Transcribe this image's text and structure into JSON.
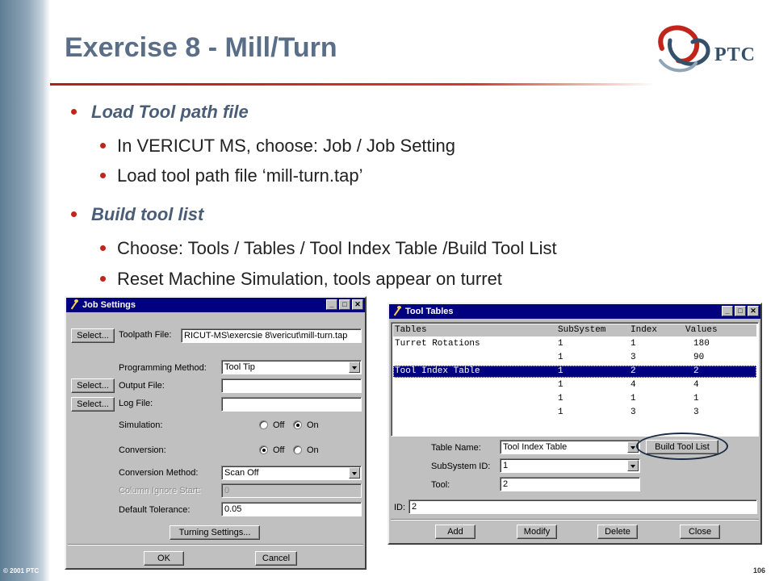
{
  "slide": {
    "title": "Exercise 8 - Mill/Turn",
    "copyright": "© 2001 PTC",
    "page_number": "106",
    "logo_text": "PTC"
  },
  "bullets": [
    {
      "level": 1,
      "text": "Load Tool path file"
    },
    {
      "level": 2,
      "text": "In VERICUT MS, choose: Job / Job Setting"
    },
    {
      "level": 2,
      "text": "Load tool path file ‘mill-turn.tap’"
    },
    {
      "level": 1,
      "text": "Build tool list"
    },
    {
      "level": 2,
      "text": "Choose: Tools / Tables / Tool Index Table /Build Tool List"
    },
    {
      "level": 2,
      "text": "Reset Machine Simulation, tools appear on turret"
    }
  ],
  "job_settings": {
    "title": "Job Settings",
    "select_label": "Select...",
    "toolpath_file_label": "Toolpath File:",
    "toolpath_file_value": "RICUT-MS\\exercsie 8\\vericut\\mill-turn.tap",
    "programming_method_label": "Programming Method:",
    "programming_method_value": "Tool Tip",
    "output_file_label": "Output File:",
    "output_file_value": "",
    "log_file_label": "Log File:",
    "log_file_value": "",
    "simulation_label": "Simulation:",
    "simulation_selected": "On",
    "conversion_label": "Conversion:",
    "conversion_selected": "Off",
    "off_label": "Off",
    "on_label": "On",
    "conversion_method_label": "Conversion Method:",
    "conversion_method_value": "Scan Off",
    "column_ignore_start_label": "Column Ignore Start:",
    "column_ignore_start_value": "0",
    "default_tolerance_label": "Default Tolerance:",
    "default_tolerance_value": "0.05",
    "turning_settings_label": "Turning Settings...",
    "ok_label": "OK",
    "cancel_label": "Cancel"
  },
  "tool_tables": {
    "title": "Tool Tables",
    "columns": [
      "Tables",
      "SubSystem",
      "Index",
      "Values"
    ],
    "rows": [
      {
        "table": "Turret Rotations",
        "subsystem": "1",
        "index": "1",
        "values": "180"
      },
      {
        "table": "",
        "subsystem": "1",
        "index": "3",
        "values": "90"
      },
      {
        "table": "Tool Index Table",
        "subsystem": "1",
        "index": "2",
        "values": "2"
      },
      {
        "table": "",
        "subsystem": "1",
        "index": "4",
        "values": "4"
      },
      {
        "table": "",
        "subsystem": "1",
        "index": "1",
        "values": "1"
      },
      {
        "table": "",
        "subsystem": "1",
        "index": "3",
        "values": "3"
      }
    ],
    "selected_row": 2,
    "table_name_label": "Table Name:",
    "table_name_value": "Tool Index Table",
    "build_tool_list_label": "Build Tool List",
    "subsystem_id_label": "SubSystem ID:",
    "subsystem_id_value": "1",
    "tool_label": "Tool:",
    "tool_value": "2",
    "id_label": "ID:",
    "id_value": "2",
    "add_label": "Add",
    "modify_label": "Modify",
    "delete_label": "Delete",
    "close_label": "Close"
  },
  "colors": {
    "title_text": "#5a6f87",
    "bullet_dot": "#c0241a",
    "window_title_bar": "#000080",
    "window_face": "#c0c0c0"
  }
}
